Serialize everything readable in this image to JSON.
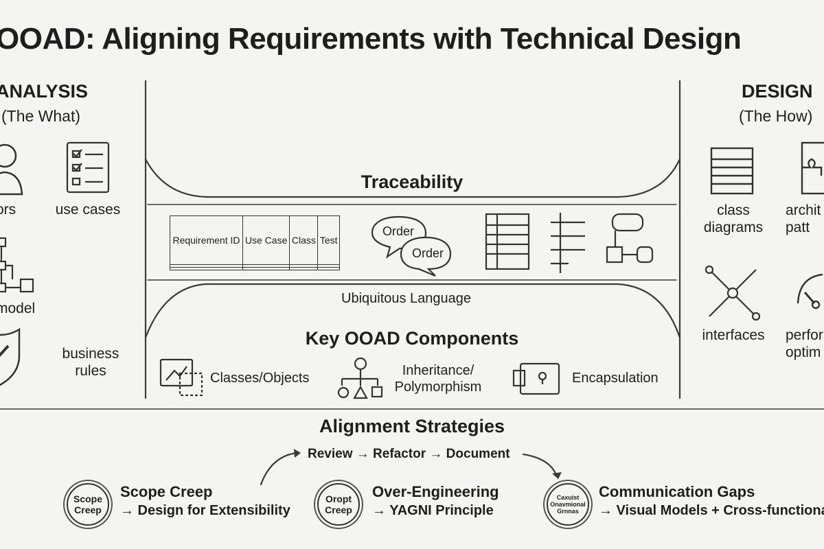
{
  "title": "OOAD: Aligning Requirements with Technical Design",
  "analysis": {
    "heading": "ANALYSIS",
    "subheading": "(The What)",
    "items": [
      "ors",
      "use cases",
      "model",
      "business rules"
    ]
  },
  "design": {
    "heading": "DESIGN",
    "subheading": "(The How)",
    "items": [
      "class diagrams",
      "archit patt",
      "interfaces",
      "perfor optim"
    ]
  },
  "traceability": {
    "heading": "Traceability",
    "table_headers": [
      "Requirement ID",
      "Use Case",
      "Class",
      "Test"
    ],
    "bubble_1": "Order",
    "bubble_2": "Order",
    "caption": "Ubiquitous Language"
  },
  "components": {
    "heading": "Key OOAD Components",
    "items": [
      "Classes/Objects",
      "Inheritance/ Polymorphism",
      "Encapsulation"
    ]
  },
  "strategies": {
    "heading": "Alignment Strategies",
    "flow": "Review → Refactor → Document",
    "items": [
      {
        "seal": "Scope Creep",
        "title": "Scope Creep",
        "solution": "→ Design for Extensibility"
      },
      {
        "seal": "Oropt Creep",
        "title": "Over-Engineering",
        "solution": "→ YAGNI Principle"
      },
      {
        "seal": "Caxuist Onavmional Grnnas",
        "title": "Communication Gaps",
        "solution": "→ Visual Models + Cross-functional"
      }
    ]
  }
}
